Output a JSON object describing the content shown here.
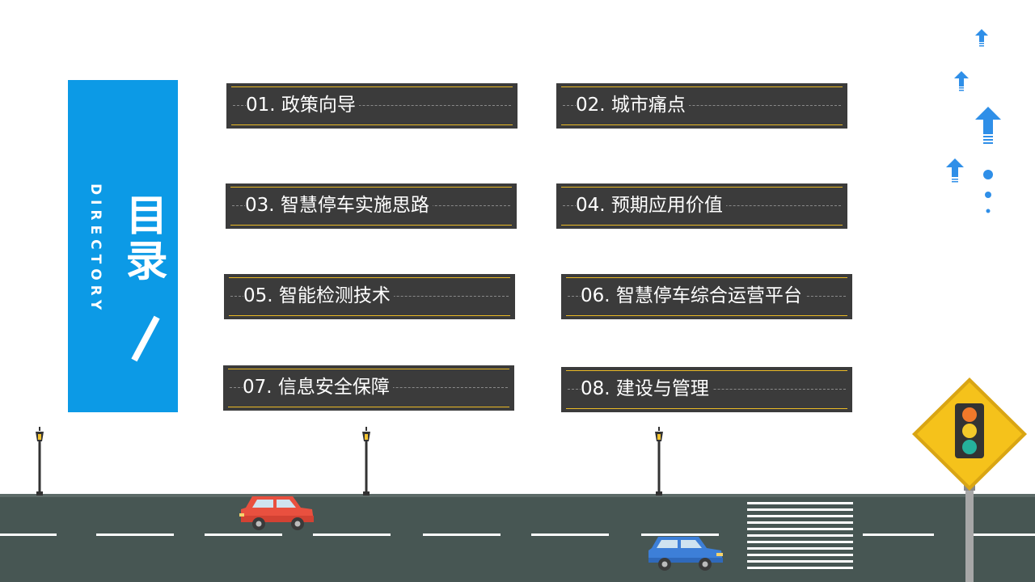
{
  "title": {
    "cn": "目录",
    "en": "DIRECTORY"
  },
  "menu": [
    {
      "label": "01. 政策向导"
    },
    {
      "label": "02. 城市痛点"
    },
    {
      "label": "03. 智慧停车实施思路"
    },
    {
      "label": "04. 预期应用价值"
    },
    {
      "label": "05. 智能检测技术"
    },
    {
      "label": "06. 智慧停车综合运营平台"
    },
    {
      "label": "07. 信息安全保障"
    },
    {
      "label": "08. 建设与管理"
    }
  ],
  "colors": {
    "accent": "#0c9ae6",
    "menu_bg": "#3b3b3b",
    "menu_line": "#e9b925",
    "road": "#475653",
    "arrow": "#2f8fe8",
    "sign": "#f5c21b"
  },
  "icons": [
    "up-arrow-icon",
    "dot-icon",
    "traffic-light-sign-icon",
    "street-lamp-icon",
    "red-car-icon",
    "blue-car-icon"
  ]
}
